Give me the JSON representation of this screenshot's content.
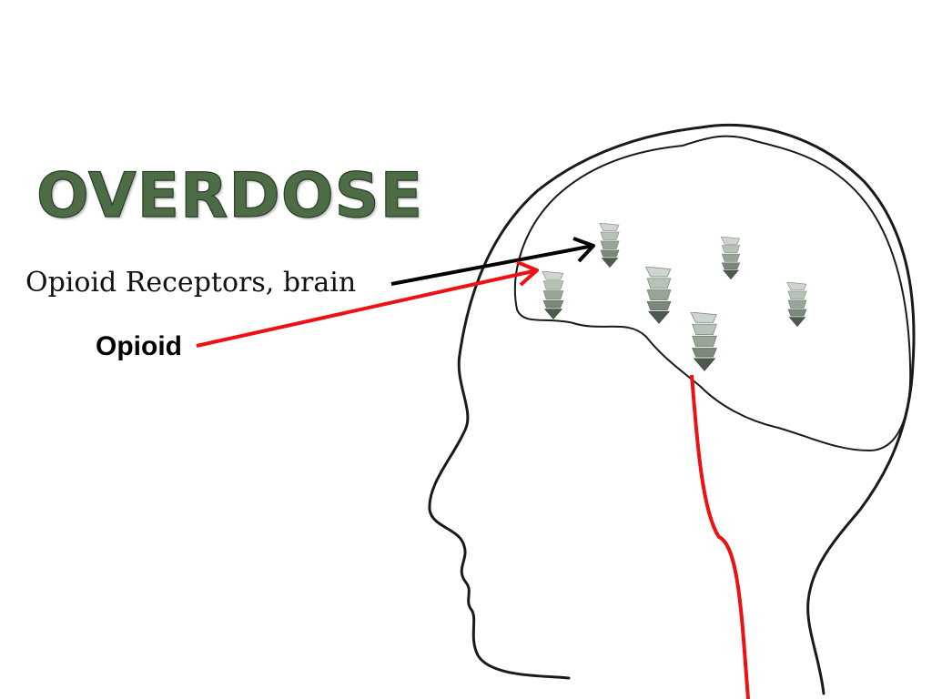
{
  "slide": {
    "title": "OVERDOSE",
    "receptor_label": "Opioid Receptors, brain",
    "opioid_label": "Opioid"
  },
  "colors": {
    "title": "#4d6b45",
    "opioid_arrow": "#ee1111",
    "receptor_arrow": "#000000",
    "receptor": "#8e9a8e"
  },
  "icons": [
    "receptor-icon"
  ]
}
